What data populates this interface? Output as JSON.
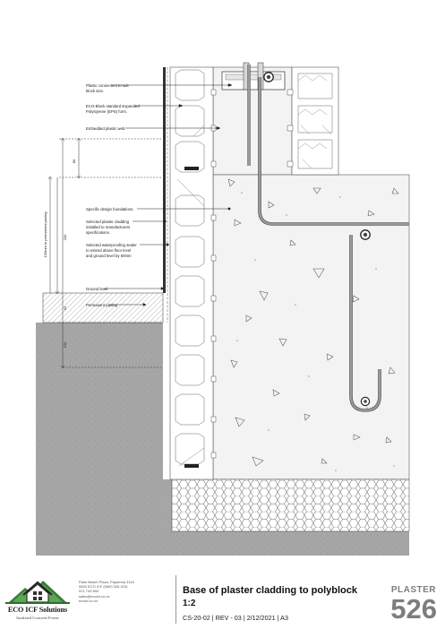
{
  "drawing": {
    "labels": [
      "Plastic connectors to suit",
      "block size.",
      "ECO-Block standard Expanded",
      "Polystyrene (EPS) form.",
      "Embedded plastic web.",
      "Specific design foundations.",
      "Selected plaster cladding",
      "installed to manufacturers",
      "specifications.",
      "Selected waterproofing sealer",
      "to extend above floor level",
      "and ground level by 50mm",
      "Ground level",
      "Permanent paving"
    ],
    "dimensions": {
      "d80": "80",
      "d200": "200",
      "d150_perm": "150mm to permanent paving",
      "d50": "50",
      "d150": "150"
    }
  },
  "title_block": {
    "company": "ECO ICF Solutions",
    "tagline": "Insulated Concrete Forms",
    "contact_lines": [
      "Palm Beach Plaza, Papamoa 3118",
      "0800 ECO ICF (0800 326 423)",
      "021 749 690",
      "sales@ecoicf.co.nz",
      "ecoicf.co.nz"
    ],
    "drawing_title": "Base of plaster cladding to polyblock",
    "scale": "1:2",
    "meta": {
      "code": "CS-20-02",
      "rev": "REV - 03",
      "date": "2/12/2021",
      "size": "A3",
      "separator": "|"
    },
    "category": "PLASTER",
    "sheet_number": "526"
  }
}
